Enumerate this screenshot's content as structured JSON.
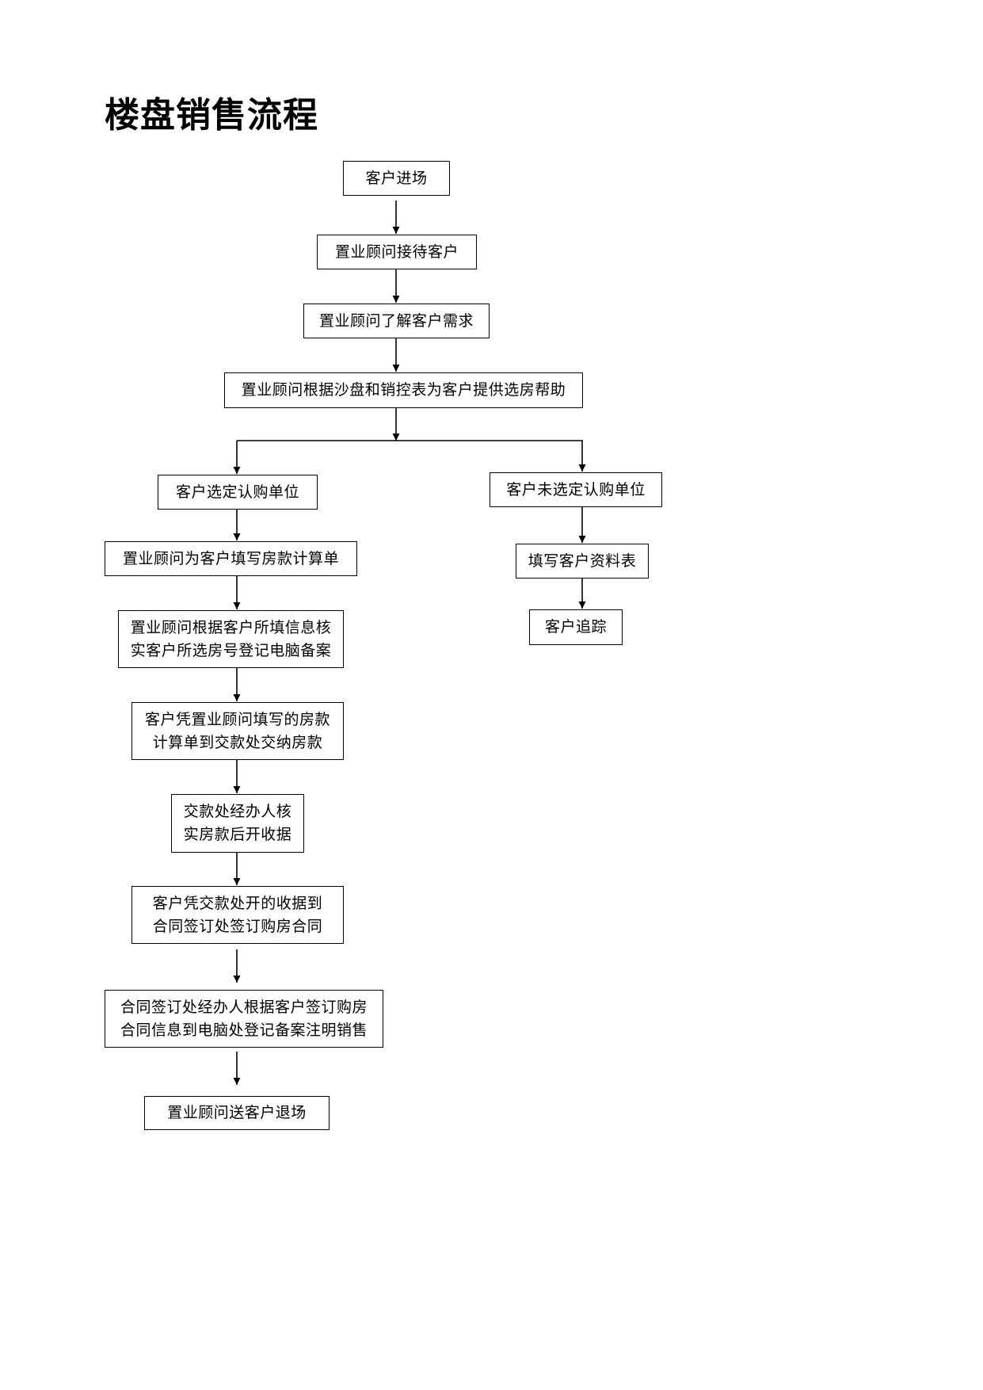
{
  "title": "楼盘销售流程",
  "main_steps": [
    [
      "客户进场"
    ],
    [
      "置业顾问接待客户"
    ],
    [
      "置业顾问了解客户需求"
    ],
    [
      "置业顾问根据沙盘和销控表为客户提供选房帮助"
    ]
  ],
  "selected_branch": [
    [
      "客户选定认购单位"
    ],
    [
      "置业顾问为客户填写房款计算单"
    ],
    [
      "置业顾问根据客户所填信息核",
      "实客户所选房号登记电脑备案"
    ],
    [
      "客户凭置业顾问填写的房款",
      "计算单到交款处交纳房款"
    ],
    [
      "交款处经办人核",
      "实房款后开收据"
    ],
    [
      "客户凭交款处开的收据到",
      "合同签订处签订购房合同"
    ],
    [
      "合同签订处经办人根据客户签订购房",
      "合同信息到电脑处登记备案注明销售"
    ],
    [
      "置业顾问送客户退场"
    ]
  ],
  "unselected_branch": [
    [
      "客户未选定认购单位"
    ],
    [
      "填写客户资料表"
    ],
    [
      "客户追踪"
    ]
  ]
}
